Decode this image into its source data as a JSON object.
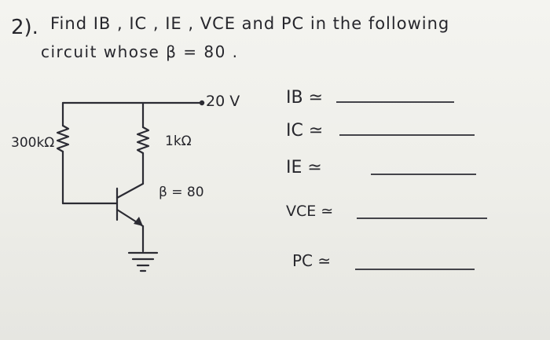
{
  "question": {
    "number": "2).",
    "line1": "Find IB , IC , IE , VCE and PC in the following",
    "line2": "circuit whose β = 80 ."
  },
  "circuit": {
    "supply_label": "20 V",
    "base_resistor_label": "300kΩ",
    "collector_resistor_label": "1kΩ",
    "beta_label": "β = 80"
  },
  "answers": [
    {
      "label": "IB ≃"
    },
    {
      "label": "IC ≃"
    },
    {
      "label": "IE ≃"
    },
    {
      "label": "VCE ≃"
    },
    {
      "label": "PC ≃"
    }
  ],
  "colors": {
    "ink": "#2b2b33",
    "paper": "#f1f1ed"
  }
}
